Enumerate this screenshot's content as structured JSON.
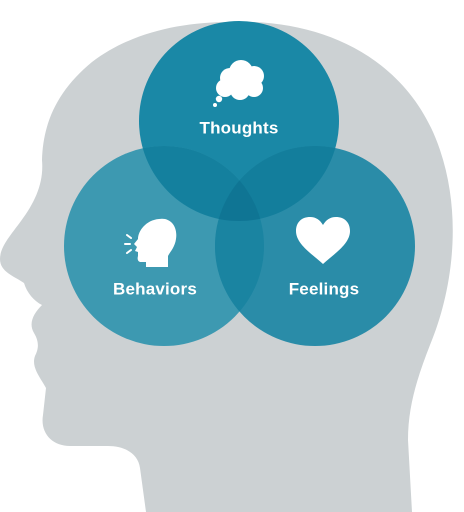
{
  "diagram": {
    "labels": {
      "thoughts": "Thoughts",
      "behaviors": "Behaviors",
      "feelings": "Feelings"
    },
    "icons": {
      "thoughts": "thought-bubble-icon",
      "behaviors": "speaking-head-icon",
      "feelings": "heart-icon"
    },
    "colors": {
      "head": "#ccd1d3",
      "thoughts_circle": "#1a88a6",
      "behaviors_circle": "#3d99b1",
      "feelings_circle": "#2a8ca8",
      "overlap": "#0f7594",
      "label": "#ffffff"
    }
  }
}
